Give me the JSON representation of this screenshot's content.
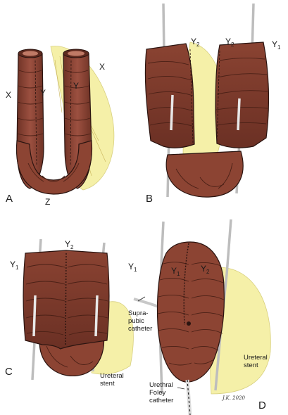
{
  "colors": {
    "bowel": "#8c4433",
    "bowel_shadow": "#5e2a1f",
    "bowel_light": "#b06a55",
    "mesentery": "#f5f0a8",
    "tube": "#d9d9d9",
    "outline": "#2a1410"
  },
  "panels": {
    "a": {
      "letter": "A",
      "marks": {
        "x_left": "X",
        "x_right": "X",
        "y_left": "Y",
        "y_right": "Y",
        "z": "Z"
      }
    },
    "b": {
      "letter": "B",
      "marks": {
        "y1_right": "Y",
        "y1_right_sub": "1",
        "y2_left": "Y",
        "y2_left_sub": "2",
        "y2_right": "Y",
        "y2_right_sub": "2"
      }
    },
    "c": {
      "letter": "C",
      "marks": {
        "y1_left": "Y",
        "y1_left_sub": "1",
        "y1_right": "Y",
        "y1_right_sub": "1",
        "y2_top": "Y",
        "y2_top_sub": "2"
      },
      "ureteral_stent": [
        "Ureteral",
        "stent"
      ]
    },
    "d": {
      "letter": "D",
      "marks": {
        "y1": "Y",
        "y1_sub": "1",
        "y2": "Y",
        "y2_sub": "2"
      },
      "suprapubic_catheter": [
        "Supra-",
        "pubic",
        "catheter"
      ],
      "ureteral_stent": [
        "Ureteral",
        "stent"
      ],
      "urethral_foley_catheter": [
        "Urethral",
        "Foley",
        "catheter"
      ],
      "signature": "J.K. 2020"
    }
  }
}
